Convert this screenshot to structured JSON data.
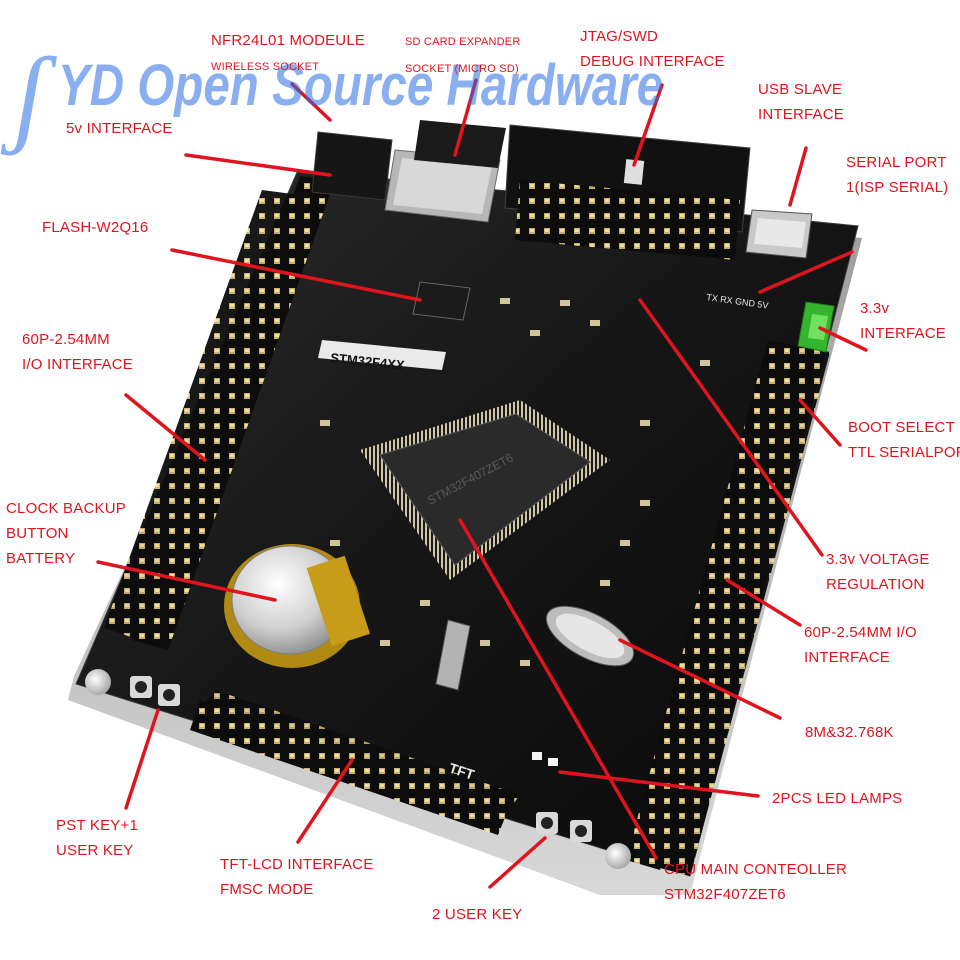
{
  "watermark": "YD Open Source Hardware",
  "board": {
    "model_print": "STM32F4XX",
    "tft_print": "TFT",
    "silk_tx": "TX RX GND 5V"
  },
  "labels": [
    {
      "id": "nrf24l01",
      "lines": [
        "NFR24L01 MODEULE",
        "WIRELESS SOCKET"
      ]
    },
    {
      "id": "sd-card",
      "lines": [
        "SD CARD EXPANDER",
        "SOCKET (MICRO SD)"
      ]
    },
    {
      "id": "jtag",
      "lines": [
        "JTAG/SWD",
        "DEBUG INTERFACE"
      ]
    },
    {
      "id": "usb-slave",
      "lines": [
        "USB SLAVE",
        "INTERFACE"
      ]
    },
    {
      "id": "serial-port",
      "lines": [
        "SERIAL PORT",
        "1(ISP SERIAL)"
      ]
    },
    {
      "id": "5v-interface",
      "lines": [
        "5v INTERFACE"
      ]
    },
    {
      "id": "flash",
      "lines": [
        "FLASH-W2Q16"
      ]
    },
    {
      "id": "33v-interface",
      "lines": [
        "3.3v",
        "INTERFACE"
      ]
    },
    {
      "id": "60p-left",
      "lines": [
        "60P-2.54MM",
        "I/O INTERFACE"
      ]
    },
    {
      "id": "boot-select",
      "lines": [
        "BOOT SELECT",
        "TTL SERIALPORT"
      ]
    },
    {
      "id": "clock-battery",
      "lines": [
        "CLOCK BACKUP",
        "BUTTON",
        "BATTERY"
      ]
    },
    {
      "id": "33v-regulation",
      "lines": [
        "3.3v VOLTAGE",
        "REGULATION"
      ]
    },
    {
      "id": "60p-right",
      "lines": [
        "60P-2.54MM I/O",
        "INTERFACE"
      ]
    },
    {
      "id": "crystal",
      "lines": [
        "8M&32.768K"
      ]
    },
    {
      "id": "led-lamps",
      "lines": [
        "2PCS LED LAMPS"
      ]
    },
    {
      "id": "rst-key",
      "lines": [
        "PST KEY+1",
        "USER KEY"
      ]
    },
    {
      "id": "tft-lcd",
      "lines": [
        "TFT-LCD INTERFACE",
        "FMSC MODE"
      ]
    },
    {
      "id": "cpu",
      "lines": [
        "CPU MAIN CONTEOLLER",
        "STM32F407ZET6"
      ]
    },
    {
      "id": "user-key",
      "lines": [
        "2 USER KEY"
      ]
    }
  ]
}
